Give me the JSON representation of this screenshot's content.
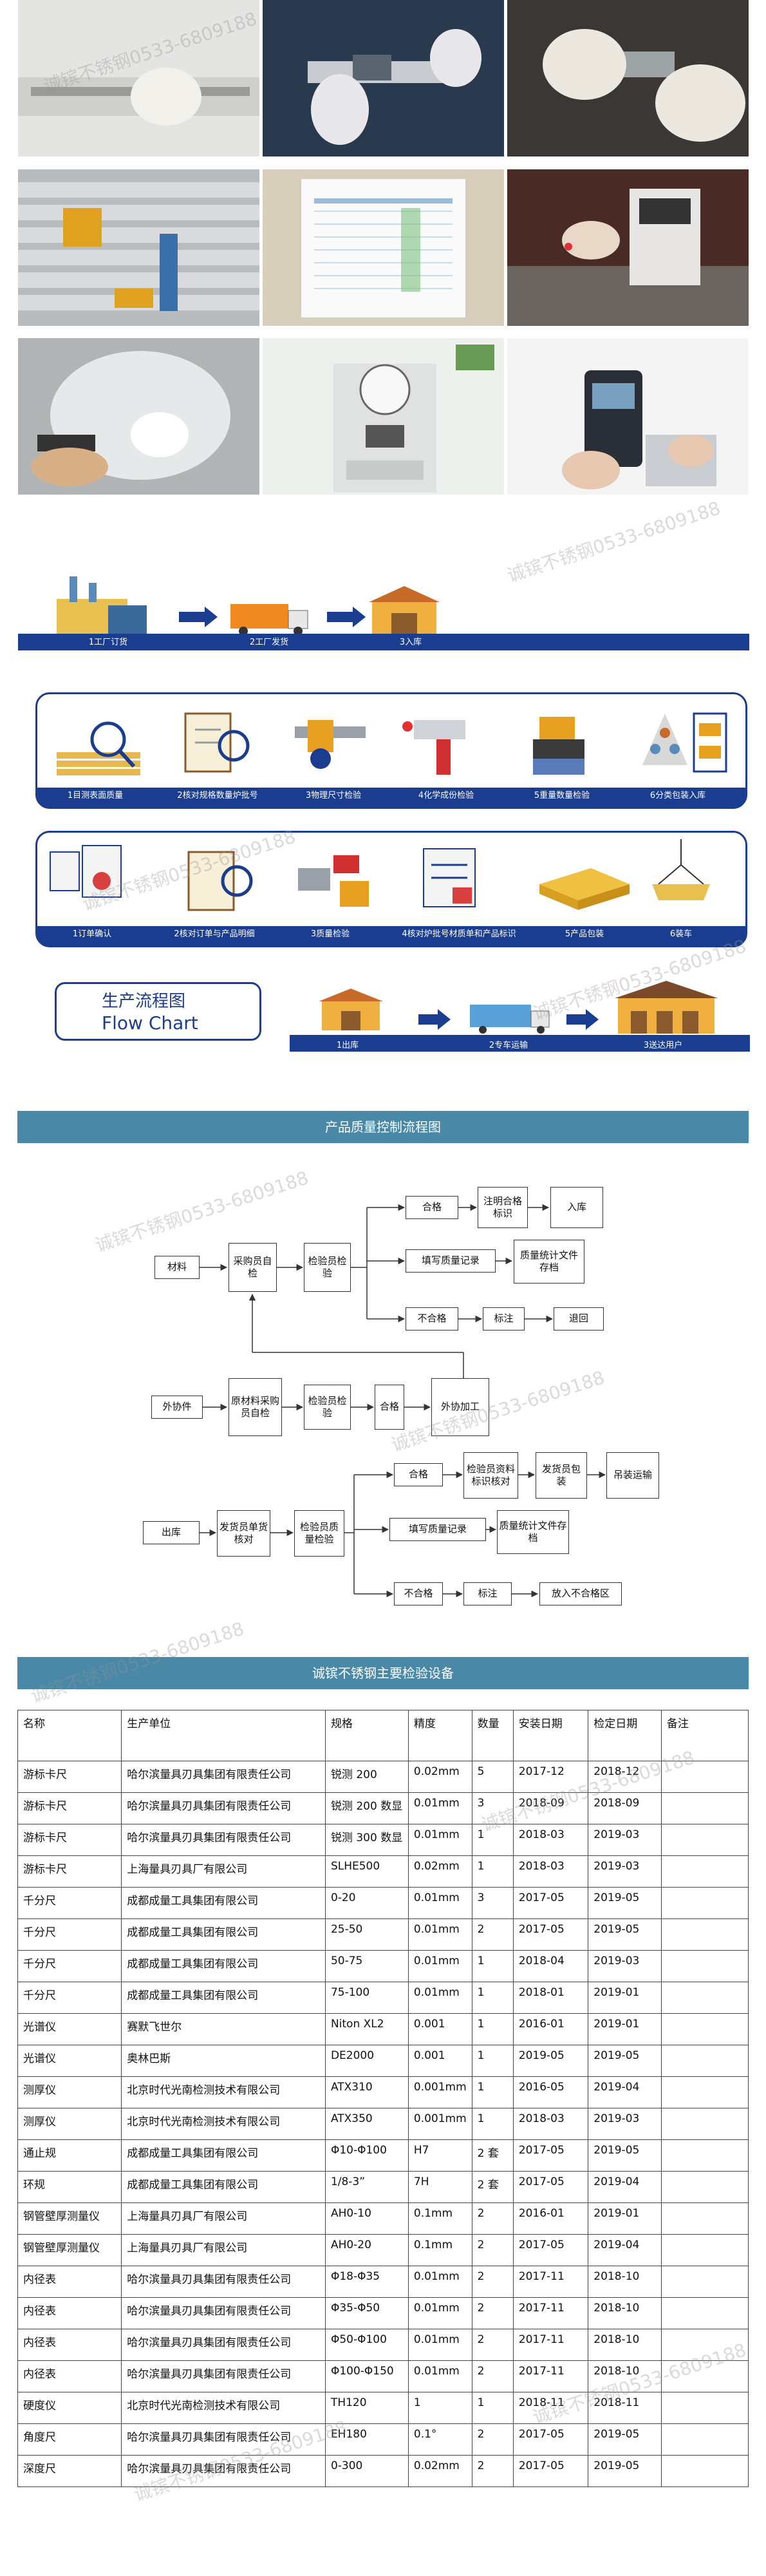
{
  "watermark": "诚镔不锈钢0533-6809188",
  "flow_top": {
    "steps": [
      "1工厂订货",
      "2工厂发货",
      "3入库"
    ]
  },
  "panel_a": {
    "steps": [
      "1目测表面质量",
      "2核对规格数量炉批号",
      "3物理尺寸检验",
      "4化学成份检验",
      "5重量数量检验",
      "6分类包装入库"
    ]
  },
  "panel_b": {
    "steps": [
      "1订单确认",
      "2核对订单与产品明细",
      "3质量检验",
      "4核对炉批号材质单和产品标识",
      "5产品包装",
      "6装车"
    ]
  },
  "flow_chart_label": {
    "cn": "生产流程图",
    "en": "Flow Chart"
  },
  "flow_bottom": {
    "steps": [
      "1出库",
      "2专车运输",
      "3送达用户"
    ]
  },
  "qc_title": "产品质量控制流程图",
  "qc": {
    "material": "材料",
    "buyer_check": "采购员自检",
    "inspector_check": "检验员检验",
    "pass": "合格",
    "mark": "注明合格标识",
    "warehouse_in": "入库",
    "fill_record": "填写质量记录",
    "stat_file": "质量统计文件存档",
    "fail": "不合格",
    "label": "标注",
    "return": "退回",
    "outsource": "外协件",
    "raw_buyer_check": "原材料采购员自检",
    "inspector_check2": "检验员检验",
    "pass2": "合格",
    "outsource_process": "外协加工",
    "out": "出库",
    "shipper_check": "发货员单货核对",
    "inspector_quality": "检验员质量检验",
    "pass3": "合格",
    "info_check": "检验员资料标识核对",
    "shipper_pack": "发货员包装",
    "hoist": "吊装运输",
    "fill_record2": "填写质量记录",
    "stat_file2": "质量统计文件存档",
    "fail3": "不合格",
    "label3": "标注",
    "reject_zone": "放入不合格区"
  },
  "equip_title": "诚镔不锈钢主要检验设备",
  "equip": {
    "headers": [
      "名称",
      "生产单位",
      "规格",
      "精度",
      "数量",
      "安装日期",
      "检定日期",
      "备注"
    ],
    "rows": [
      [
        "游标卡尺",
        "哈尔滨量具刃具集团有限责任公司",
        "锐测 200",
        "0.02mm",
        "5",
        "2017-12",
        "2018-12",
        ""
      ],
      [
        "游标卡尺",
        "哈尔滨量具刃具集团有限责任公司",
        "锐测 200 数显",
        "0.01mm",
        "3",
        "2018-09",
        "2018-09",
        ""
      ],
      [
        "游标卡尺",
        "哈尔滨量具刃具集团有限责任公司",
        "锐测 300 数显",
        "0.01mm",
        "1",
        "2018-03",
        "2019-03",
        ""
      ],
      [
        "游标卡尺",
        "上海量具刃具厂有限公司",
        "SLHE500",
        "0.02mm",
        "1",
        "2018-03",
        "2019-03",
        ""
      ],
      [
        "千分尺",
        "成都成量工具集团有限公司",
        "0-20",
        "0.01mm",
        "3",
        "2017-05",
        "2019-05",
        ""
      ],
      [
        "千分尺",
        "成都成量工具集团有限公司",
        "25-50",
        "0.01mm",
        "2",
        "2017-05",
        "2019-05",
        ""
      ],
      [
        "千分尺",
        "成都成量工具集团有限公司",
        "50-75",
        "0.01mm",
        "1",
        "2018-04",
        "2019-03",
        ""
      ],
      [
        "千分尺",
        "成都成量工具集团有限公司",
        "75-100",
        "0.01mm",
        "1",
        "2018-01",
        "2019-01",
        ""
      ],
      [
        "光谱仪",
        "赛默飞世尔",
        "Niton XL2",
        "0.001",
        "1",
        "2016-01",
        "2019-01",
        ""
      ],
      [
        "光谱仪",
        "奥林巴斯",
        "DE2000",
        "0.001",
        "1",
        "2019-05",
        "2019-05",
        ""
      ],
      [
        "测厚仪",
        "北京时代光南检测技术有限公司",
        "ATX310",
        "0.001mm",
        "1",
        "2016-05",
        "2019-04",
        ""
      ],
      [
        "测厚仪",
        "北京时代光南检测技术有限公司",
        "ATX350",
        "0.001mm",
        "1",
        "2018-03",
        "2019-03",
        ""
      ],
      [
        "通止规",
        "成都成量工具集团有限公司",
        "Φ10-Φ100",
        "H7",
        "2 套",
        "2017-05",
        "2019-05",
        ""
      ],
      [
        "环规",
        "成都成量工具集团有限公司",
        "1/8-3”",
        "7H",
        "2 套",
        "2017-05",
        "2019-04",
        ""
      ],
      [
        "钢管壁厚测量仪",
        "上海量具刃具厂有限公司",
        "AH0-10",
        "0.1mm",
        "2",
        "2016-01",
        "2019-01",
        ""
      ],
      [
        "钢管壁厚测量仪",
        "上海量具刃具厂有限公司",
        "AH0-20",
        "0.1mm",
        "2",
        "2017-05",
        "2019-04",
        ""
      ],
      [
        "内径表",
        "哈尔滨量具刃具集团有限责任公司",
        "Φ18-Φ35",
        "0.01mm",
        "2",
        "2017-11",
        "2018-10",
        ""
      ],
      [
        "内径表",
        "哈尔滨量具刃具集团有限责任公司",
        "Φ35-Φ50",
        "0.01mm",
        "2",
        "2017-11",
        "2018-10",
        ""
      ],
      [
        "内径表",
        "哈尔滨量具刃具集团有限责任公司",
        "Φ50-Φ100",
        "0.01mm",
        "2",
        "2017-11",
        "2018-10",
        ""
      ],
      [
        "内径表",
        "哈尔滨量具刃具集团有限责任公司",
        "Φ100-Φ150",
        "0.01mm",
        "2",
        "2017-11",
        "2018-10",
        ""
      ],
      [
        "硬度仪",
        "北京时代光南检测技术有限公司",
        "TH120",
        "1",
        "1",
        "2018-11",
        "2018-11",
        ""
      ],
      [
        "角度尺",
        "哈尔滨量具刃具集团有限责任公司",
        "EH180",
        "0.1°",
        "2",
        "2017-05",
        "2019-05",
        ""
      ],
      [
        "深度尺",
        "哈尔滨量具刃具集团有限责任公司",
        "0-300",
        "0.02mm",
        "2",
        "2017-05",
        "2019-05",
        ""
      ]
    ]
  }
}
